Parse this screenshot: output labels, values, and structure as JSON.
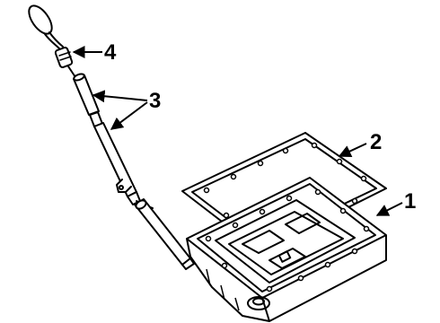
{
  "diagram": {
    "parts": [
      {
        "callout": "1",
        "part": "oil-pan"
      },
      {
        "callout": "2",
        "part": "pan-gasket"
      },
      {
        "callout": "3",
        "part": "dipstick-tube"
      },
      {
        "callout": "4",
        "part": "dipstick"
      }
    ],
    "colors": {
      "line": "#000000",
      "background": "#ffffff"
    }
  }
}
